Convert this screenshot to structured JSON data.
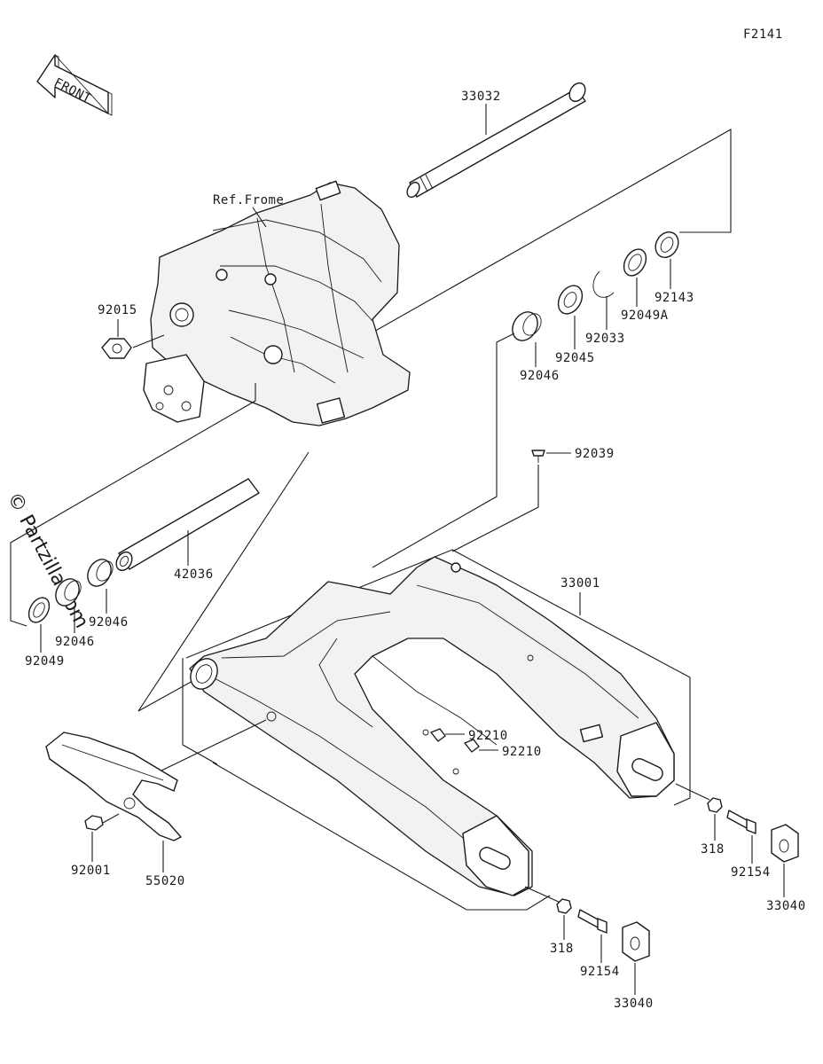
{
  "diagram": {
    "figure_code": "F2141",
    "front_arrow_label": "FRONT",
    "reference_label": "Ref.Frome",
    "watermark": "© Partzilla.com",
    "callouts": {
      "c33032": "33032",
      "c92015": "92015",
      "c92143": "92143",
      "c92049A": "92049A",
      "c92033": "92033",
      "c92045": "92045",
      "c92046_top": "92046",
      "c92039": "92039",
      "c42036": "42036",
      "c92046_a": "92046",
      "c92046_b": "92046",
      "c92049": "92049",
      "c33001": "33001",
      "c92210_a": "92210",
      "c92210_b": "92210",
      "c92001": "92001",
      "c55020": "55020",
      "c318_a": "318",
      "c92154_a": "92154",
      "c33040_a": "33040",
      "c318_b": "318",
      "c92154_b": "92154",
      "c33040_b": "33040"
    }
  }
}
